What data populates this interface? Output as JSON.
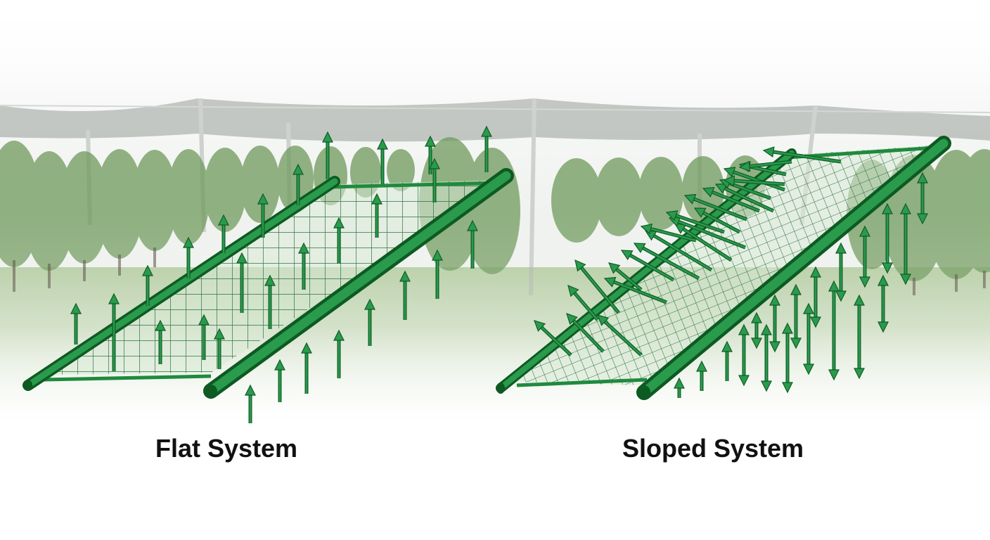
{
  "labels": {
    "left": "Flat System",
    "right": "Sloped System"
  },
  "colors": {
    "net_green": "#1f8a3e",
    "net_dark": "#0d5a22",
    "arrow_fill": "#2a9a4c",
    "arrow_stroke": "#0f5e26",
    "caption": "#111111",
    "orchard_foliage": "#6f9a5c",
    "sky_haze": "#f2f4f2"
  },
  "panels": [
    {
      "id": "flat",
      "arrow_direction": "upward"
    },
    {
      "id": "sloped",
      "arrow_direction": "up-left and bidirectional vertical"
    }
  ]
}
